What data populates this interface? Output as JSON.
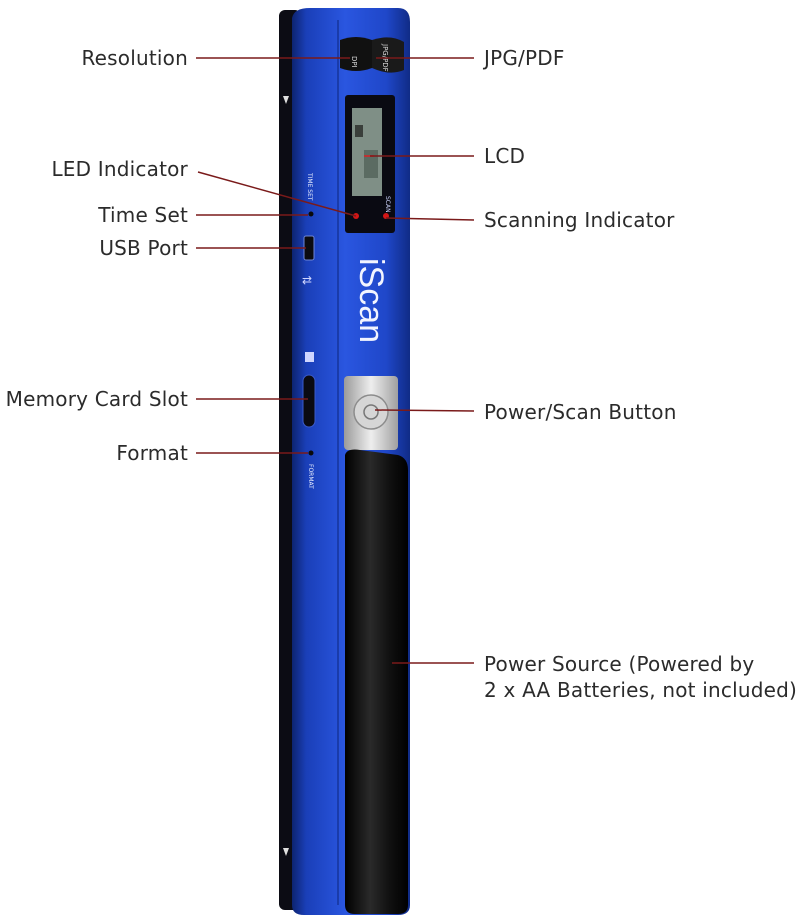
{
  "labels": {
    "resolution": "Resolution",
    "led_indicator": "LED Indicator",
    "time_set": "Time Set",
    "usb_port": "USB Port",
    "memory_card_slot": "Memory Card Slot",
    "format": "Format",
    "jpg_pdf": "JPG/PDF",
    "lcd": "LCD",
    "scanning_indicator": "Scanning Indicator",
    "power_scan_button": "Power/Scan Button",
    "power_source_line1": "Power Source (Powered by",
    "power_source_line2": "2 x AA Batteries, not included)"
  },
  "device": {
    "brand": "iScan",
    "button_dpi": "DPI",
    "button_jpg_pdf": "JPG/PDF",
    "time_set_print": "TIME SET",
    "format_print": "FORMAT",
    "scan_print": "SCAN"
  },
  "colors": {
    "body_blue": "#1f47c9",
    "body_blue_dark": "#143296",
    "leader_line": "#7a1a1a",
    "grip_black": "#151515"
  }
}
